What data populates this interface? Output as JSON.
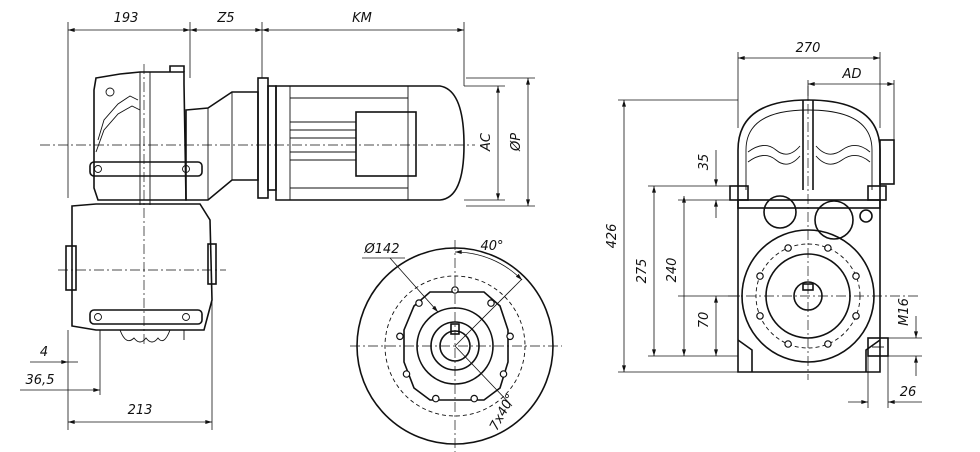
{
  "dimensions": {
    "d193": "193",
    "d25": "Z5",
    "km": "KM",
    "ac": "AC",
    "phi_p": "ØP",
    "d4": "4",
    "d365": "36,5",
    "d213": "213",
    "d142": "Ø142",
    "d40a": "40°",
    "d7x40": "7x40°",
    "d270": "270",
    "ad": "AD",
    "d426": "426",
    "d275": "275",
    "d240": "240",
    "d35": "35",
    "d70": "70",
    "m16": "M16",
    "d26": "26"
  }
}
